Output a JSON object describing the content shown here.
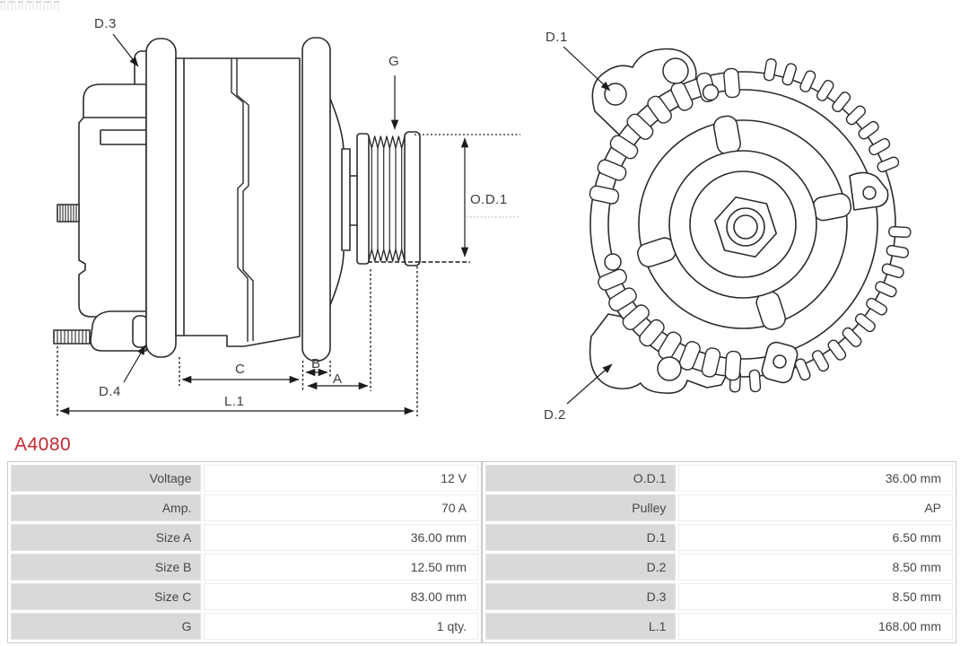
{
  "part_number": "A4080",
  "colors": {
    "part_number_red": "#c42833",
    "drawing_line": "#2b2b2b",
    "table_label_bg": "#d9d9d9"
  },
  "drawing": {
    "side_view": {
      "labels": {
        "d3": "D.3",
        "g": "G",
        "od1": "O.D.1",
        "d4": "D.4",
        "c": "C",
        "b": "B",
        "a": "A",
        "l1": "L.1"
      }
    },
    "front_view": {
      "labels": {
        "d1": "D.1",
        "d2": "D.2"
      }
    }
  },
  "specs": {
    "left": [
      {
        "label": "Voltage",
        "value": "12 V"
      },
      {
        "label": "Amp.",
        "value": "70 A"
      },
      {
        "label": "Size A",
        "value": "36.00 mm"
      },
      {
        "label": "Size B",
        "value": "12.50 mm"
      },
      {
        "label": "Size C",
        "value": "83.00 mm"
      },
      {
        "label": "G",
        "value": "1 qty."
      }
    ],
    "right": [
      {
        "label": "O.D.1",
        "value": "36.00 mm"
      },
      {
        "label": "Pulley",
        "value": "AP"
      },
      {
        "label": "D.1",
        "value": "6.50 mm"
      },
      {
        "label": "D.2",
        "value": "8.50 mm"
      },
      {
        "label": "D.3",
        "value": "8.50 mm"
      },
      {
        "label": "L.1",
        "value": "168.00 mm"
      }
    ]
  }
}
